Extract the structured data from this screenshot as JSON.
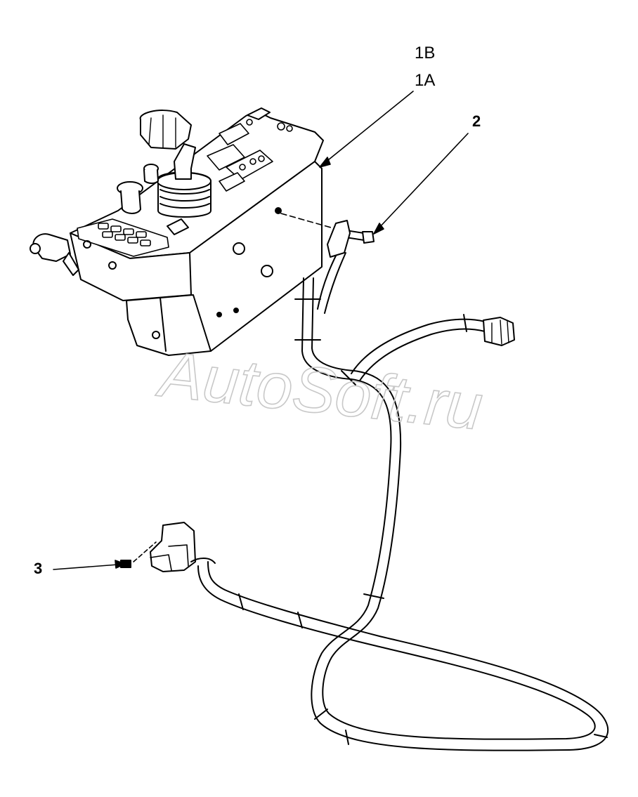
{
  "callouts": {
    "part_1b": "1B",
    "part_1a": "1A",
    "part_2": "2",
    "part_3": "3"
  },
  "watermark": "AutoSoft.ru",
  "colors": {
    "line": "#000000",
    "background": "#ffffff",
    "watermark": "#d8d8d8"
  }
}
